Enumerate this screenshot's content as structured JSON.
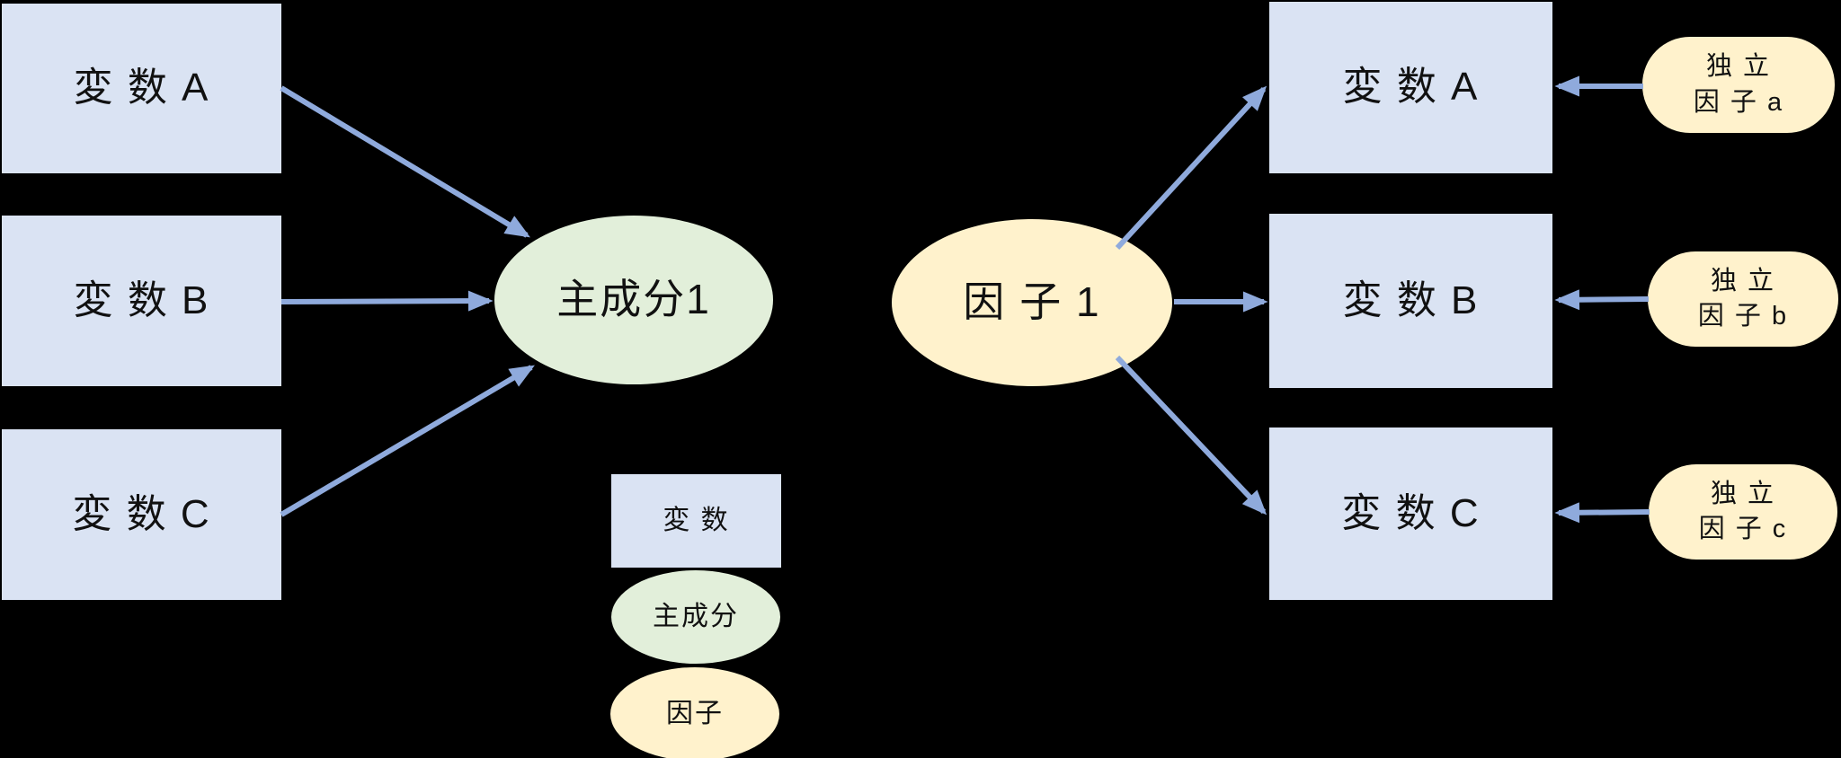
{
  "diagram": {
    "title": "pca-vs-factor-analysis-path-diagram",
    "pca_model": {
      "variables": [
        "変 数 A",
        "変 数 B",
        "変 数 C"
      ],
      "component_label": "主成分1"
    },
    "factor_model": {
      "factor_label": "因 子 1",
      "variables": [
        "変 数 A",
        "変 数 B",
        "変 数 C"
      ],
      "unique_factors": [
        {
          "line1": "独 立",
          "line2": "因 子 a"
        },
        {
          "line1": "独 立",
          "line2": "因 子 b"
        },
        {
          "line1": "独 立",
          "line2": "因 子 c"
        }
      ]
    },
    "legend": {
      "variable_label": "変 数",
      "component_label": "主成分",
      "factor_label": "因子"
    },
    "colors": {
      "background": "#000000",
      "variable_fill": "#dae3f3",
      "component_fill": "#e2efda",
      "factor_fill": "#fff2cc",
      "arrow": "#8faadc",
      "text": "#111111"
    }
  }
}
